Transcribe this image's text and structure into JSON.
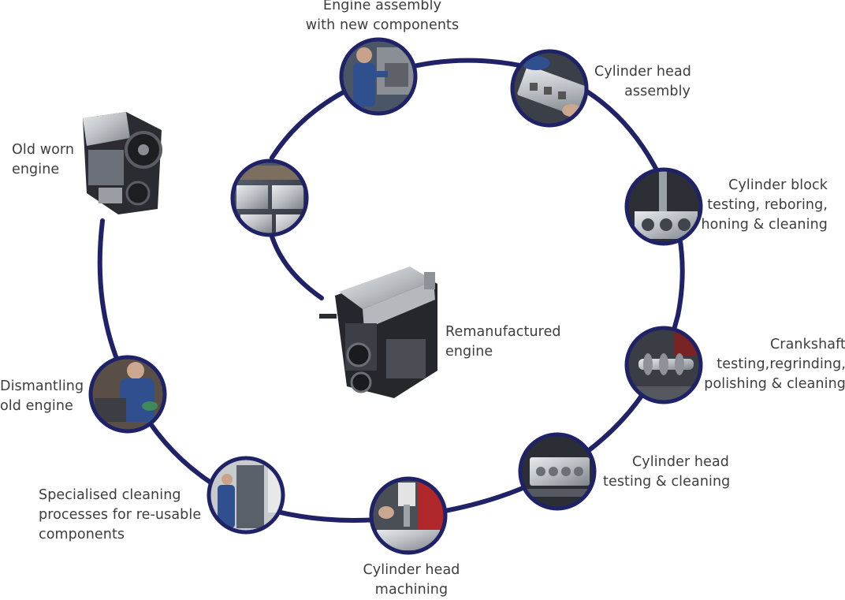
{
  "colors": {
    "ring": "#1f2266",
    "text": "#3d3d3d",
    "engine_metal": "#c9ccd0",
    "engine_dark": "#222428",
    "workwear_blue": "#2f4f8f"
  },
  "stages": {
    "engine_assembly": {
      "line1": "Engine assembly",
      "line2": "with new components",
      "icon": "engine-assembly-photo-icon"
    },
    "cylinder_head_assembly": {
      "line1": "Cylinder head",
      "line2": "assembly",
      "icon": "cylinder-head-assembly-photo-icon"
    },
    "cylinder_block": {
      "line1": "Cylinder block",
      "line2": "testing, reboring,",
      "line3": "honing & cleaning",
      "icon": "cylinder-block-photo-icon"
    },
    "crankshaft": {
      "line1": "Crankshaft",
      "line2": "testing,regrinding,",
      "line3": "polishing & cleaning",
      "icon": "crankshaft-photo-icon"
    },
    "cylinder_head_testing": {
      "line1": "Cylinder head",
      "line2": "testing & cleaning",
      "icon": "cylinder-head-testing-photo-icon"
    },
    "cylinder_head_machining": {
      "line1": "Cylinder head",
      "line2": "machining",
      "icon": "machining-photo-icon"
    },
    "cleaning": {
      "line1": "Specialised cleaning",
      "line2": "processes for re-usable",
      "line3": "components",
      "icon": "cleaning-photo-icon"
    },
    "dismantling": {
      "line1": "Dismantling",
      "line2": "old engine",
      "icon": "dismantling-photo-icon"
    },
    "engines_line": {
      "icon": "engines-production-line-photo-icon"
    }
  },
  "old_engine": {
    "line1": "Old worn",
    "line2": "engine",
    "icon": "old-engine-icon"
  },
  "reman_engine": {
    "line1": "Remanufactured",
    "line2": "engine",
    "icon": "remanufactured-engine-icon"
  }
}
